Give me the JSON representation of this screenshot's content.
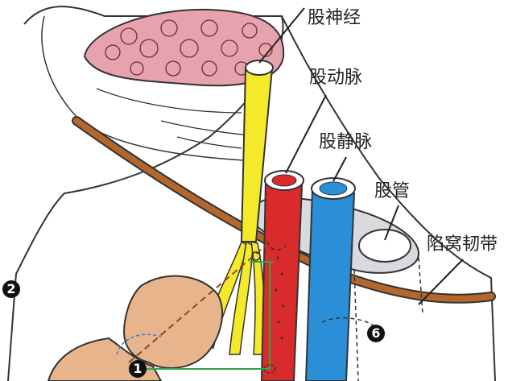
{
  "labels": {
    "femoral_nerve": "股神经",
    "femoral_artery": "股动脉",
    "femoral_vein": "股静脉",
    "femoral_canal": "股管",
    "lacunar_ligament": "陷窝韧带"
  },
  "markers": {
    "m1": "1",
    "m2": "2",
    "m6": "6"
  },
  "colors": {
    "nerve": "#f5ea2a",
    "artery": "#d92b2b",
    "vein": "#2a8fd6",
    "ligament": "#b3672c",
    "muscle": "#e6a3ad",
    "bone": "#e7b48b",
    "sheath": "#d9d9e0",
    "guide_line": "#2aa84a"
  }
}
